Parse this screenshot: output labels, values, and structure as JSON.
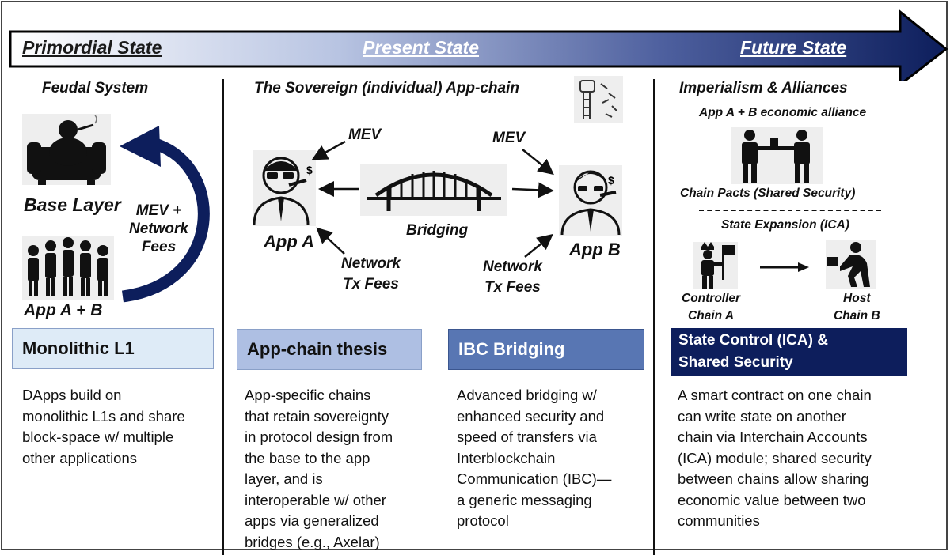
{
  "timeline": {
    "stages": [
      "Primordial State",
      "Present State",
      "Future State"
    ],
    "colors": {
      "start": "#ffffff",
      "end": "#0d1e5c"
    }
  },
  "primordial": {
    "heading": "Feudal System",
    "base_layer": "Base Layer",
    "apps": "App A + B",
    "flow_label": [
      "MEV +",
      "Network",
      "Fees"
    ],
    "box": {
      "label": "Monolithic L1",
      "color": "#deebf7"
    },
    "description": [
      "DApps build on",
      "monolithic L1s and share",
      "block-space w/ multiple",
      "other applications"
    ]
  },
  "present": {
    "heading": "The Sovereign (individual) App-chain",
    "app_a": "App A",
    "app_b": "App B",
    "bridging": "Bridging",
    "mev_left": "MEV",
    "mev_right": "MEV",
    "fees_left": [
      "Network",
      "Tx Fees"
    ],
    "fees_right": [
      "Network",
      "Tx Fees"
    ],
    "box_left": {
      "label": "App-chain thesis",
      "color": "#aebfe3"
    },
    "box_right": {
      "label": "IBC Bridging",
      "color": "#5876b3"
    },
    "description_left": [
      "App-specific chains",
      "that retain sovereignty",
      "in protocol design from",
      "the base to the app",
      "layer, and is",
      "interoperable w/ other",
      "apps via generalized",
      "bridges (e.g., Axelar)"
    ],
    "description_right": [
      "Advanced bridging w/",
      "enhanced security and",
      "speed of transfers via",
      "Interblockchain",
      "Communication (IBC)—",
      "a generic messaging",
      "protocol"
    ]
  },
  "future": {
    "heading": "Imperialism & Alliances",
    "alliance": "App A + B economic alliance",
    "pacts": "Chain Pacts (Shared Security)",
    "expansion": "State Expansion (ICA)",
    "controller": [
      "Controller",
      "Chain A"
    ],
    "host": [
      "Host",
      "Chain B"
    ],
    "box": {
      "label": [
        "State Control (ICA) &",
        "Shared Security"
      ],
      "color": "#0d1e5c"
    },
    "description": [
      "A smart contract on one chain",
      "can write state on another",
      "chain via Interchain Accounts",
      "(ICA) module; shared security",
      "between chains allow sharing",
      "economic value between two",
      "communities"
    ]
  }
}
